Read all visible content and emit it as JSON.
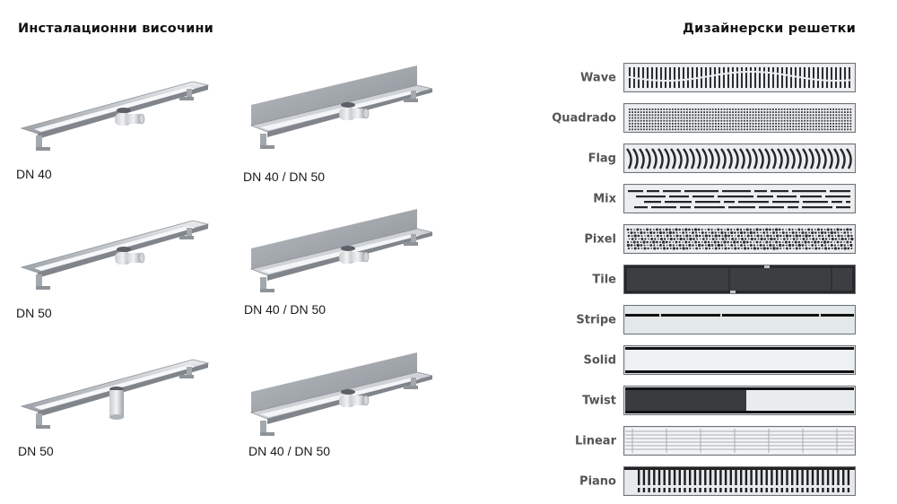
{
  "left_section": {
    "title": "Инсталационни височини",
    "drains": [
      {
        "label": "DN 40",
        "variant": "flat-tray",
        "outlet": "side-outlet"
      },
      {
        "label": "DN 40 / DN 50",
        "variant": "wall-flange-tray",
        "outlet": "side-outlet"
      },
      {
        "label": "DN 50",
        "variant": "flat-tray",
        "outlet": "side-outlet"
      },
      {
        "label": "DN 40 / DN 50",
        "variant": "wall-flange-tray",
        "outlet": "side-outlet"
      },
      {
        "label": "DN 50",
        "variant": "flat-tray",
        "outlet": "vertical-outlet"
      },
      {
        "label": "DN 40 / DN 50",
        "variant": "wall-flange-tray",
        "outlet": "side-outlet"
      }
    ]
  },
  "right_section": {
    "title": "Дизайнерски решетки",
    "grates": [
      {
        "name": "Wave",
        "pattern": "wave-slots"
      },
      {
        "name": "Quadrado",
        "pattern": "square-dots"
      },
      {
        "name": "Flag",
        "pattern": "curved-slots"
      },
      {
        "name": "Mix",
        "pattern": "dashed-lines"
      },
      {
        "name": "Pixel",
        "pattern": "random-dots"
      },
      {
        "name": "Tile",
        "pattern": "tile-insert"
      },
      {
        "name": "Stripe",
        "pattern": "single-slot"
      },
      {
        "name": "Solid",
        "pattern": "solid-plate"
      },
      {
        "name": "Twist",
        "pattern": "half-dark-half-steel"
      },
      {
        "name": "Linear",
        "pattern": "horizontal-bars"
      },
      {
        "name": "Piano",
        "pattern": "piano-keys"
      }
    ]
  },
  "colors": {
    "heading": "#111111",
    "grate_label": "#555555",
    "steel_light": "#e6e8ea",
    "steel_dark": "#8a8f94",
    "tile_dark": "#3a3b3d"
  }
}
